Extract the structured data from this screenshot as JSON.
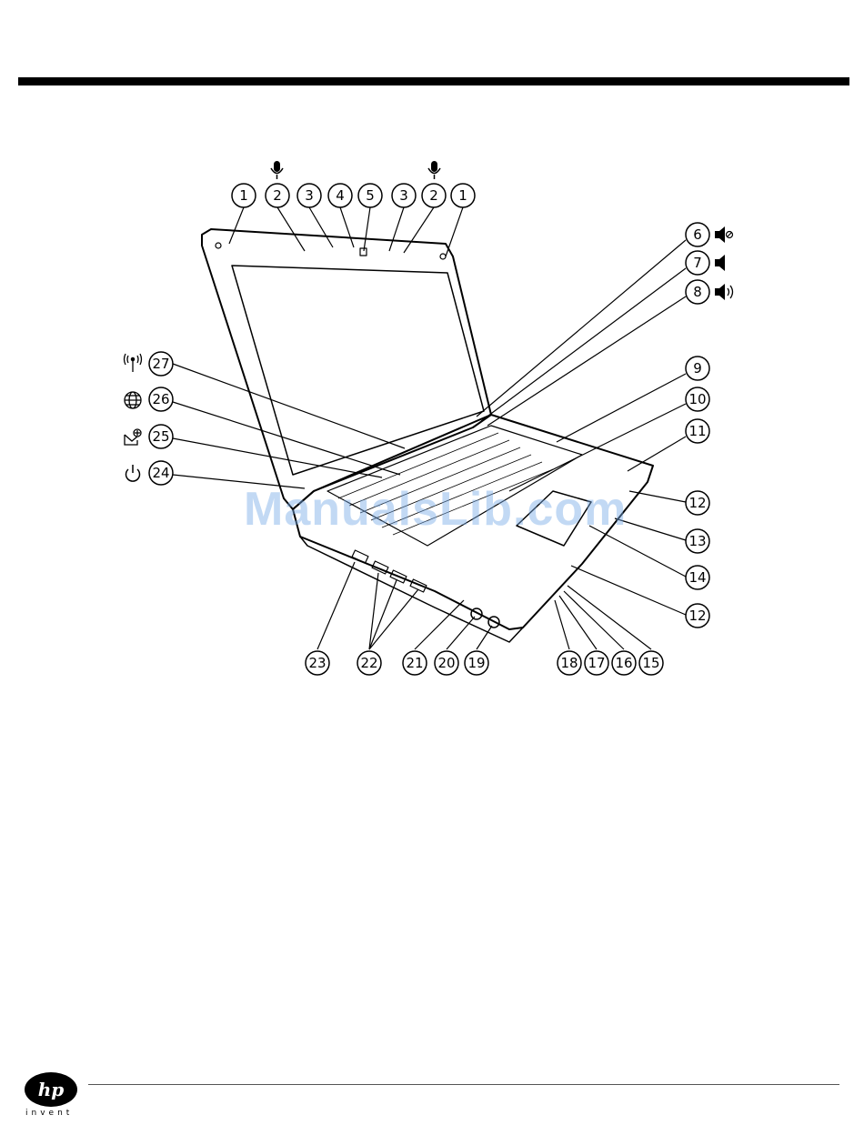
{
  "header": {
    "rule": true
  },
  "diagram": {
    "top_callouts": [
      "1",
      "2",
      "3",
      "4",
      "5",
      "3",
      "2",
      "1"
    ],
    "right_callouts": [
      "6",
      "7",
      "8",
      "9",
      "10",
      "11",
      "12",
      "13",
      "14",
      "12"
    ],
    "left_callouts": [
      "27",
      "26",
      "25",
      "24"
    ],
    "bottom_callouts": [
      "23",
      "22",
      "21",
      "20",
      "19",
      "18",
      "17",
      "16",
      "15"
    ],
    "icons": {
      "mic": "microphone-icon",
      "mute": "volume-mute-icon",
      "vol_down": "volume-down-icon",
      "vol_up": "volume-up-icon",
      "wireless": "wireless-icon",
      "web": "globe-icon",
      "presentation": "presentation-icon",
      "power": "power-icon"
    }
  },
  "watermark": "ManualsLib.com",
  "footer": {
    "logo_text": "hp",
    "tagline": "invent"
  }
}
